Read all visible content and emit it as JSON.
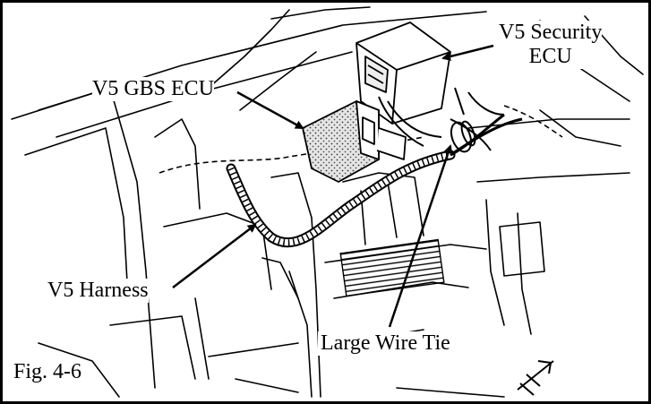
{
  "figure": {
    "caption": "Fig. 4-6",
    "labels": {
      "security_ecu_line1": "V5 Security",
      "security_ecu_line2": "ECU",
      "gbs_ecu": "V5 GBS ECU",
      "harness": "V5 Harness",
      "wire_tie": "Large Wire Tie"
    },
    "colors": {
      "line": "#000000",
      "background": "#ffffff",
      "ecu_fill": "#d8d8d8"
    },
    "icons": [
      "north-arrow-icon"
    ]
  }
}
